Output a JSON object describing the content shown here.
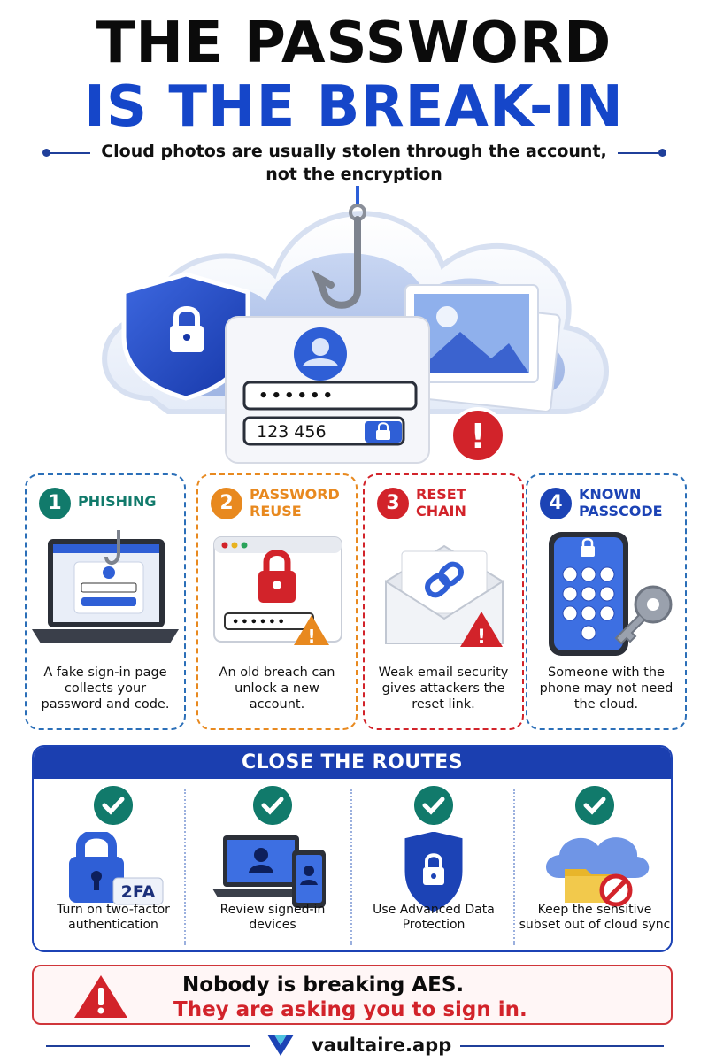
{
  "header": {
    "title_line1": "THE PASSWORD",
    "title_line2": "IS THE BREAK-IN",
    "subtitle_line1": "Cloud photos are usually stolen through the account,",
    "subtitle_line2": "not the encryption"
  },
  "hero": {
    "password_mask": "••••••",
    "code_value": "123 456",
    "alert_glyph": "!"
  },
  "steps": [
    {
      "number": "1",
      "title_line1": "PHISHING",
      "title_line2": "",
      "desc": "A fake sign-in page collects your password and code.",
      "color": "#117a6b"
    },
    {
      "number": "2",
      "title_line1": "PASSWORD",
      "title_line2": "REUSE",
      "desc": "An old breach can unlock a new account.",
      "color": "#e8891f"
    },
    {
      "number": "3",
      "title_line1": "RESET",
      "title_line2": "CHAIN",
      "desc": "Weak email security gives attackers the reset link.",
      "color": "#d2232a"
    },
    {
      "number": "4",
      "title_line1": "KNOWN",
      "title_line2": "PASSCODE",
      "desc": "Someone with the phone may not need the cloud.",
      "color": "#1c43b5"
    }
  ],
  "routes": {
    "heading": "CLOSE THE ROUTES",
    "items": [
      {
        "label": "Turn on two-factor authentication",
        "badge": "2FA"
      },
      {
        "label": "Review signed-in devices"
      },
      {
        "label": "Use Advanced Data Protection"
      },
      {
        "label": "Keep the sensitive subset out of cloud sync"
      }
    ]
  },
  "alert": {
    "line1": "Nobody is breaking AES.",
    "line2": "They are asking you to sign in."
  },
  "footer": {
    "brand": "vaultaire.app"
  },
  "colors": {
    "navy": "#1b3fb0",
    "teal": "#117a6b",
    "orange": "#e8891f",
    "red": "#d2232a"
  }
}
